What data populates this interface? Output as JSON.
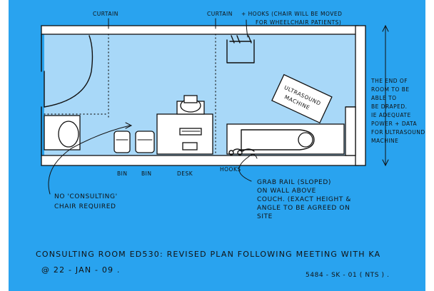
{
  "colors": {
    "background": "#29A3EF",
    "room_fill": "#A8D8F8",
    "ink": "#111111",
    "paper": "#ffffff"
  },
  "labels": {
    "curtain_left": "CURTAIN",
    "curtain_right": "CURTAIN",
    "hooks_note_line1": "+ HOOKS (CHAIR WILL BE MOVED",
    "hooks_note_line2": "FOR WHEELCHAIR PATIENTS)",
    "end_room_note": [
      "THE END OF",
      "ROOM TO BE",
      "ABLE TO",
      "BE DRAPED.",
      "IE ADEQUATE",
      "POWER + DATA",
      "FOR ULTRASOUND",
      "MACHINE"
    ],
    "ultrasound_line1": "ULTRASOUND",
    "ultrasound_line2": "MACHINE",
    "bin1": "BIN",
    "bin2": "BIN",
    "desk": "DESK",
    "hooks_small": "HOOKS",
    "no_chair_line1": "NO 'CONSULTING'",
    "no_chair_line2": "CHAIR REQUIRED",
    "grab_rail": [
      "GRAB RAIL (SLOPED)",
      "ON WALL ABOVE",
      "COUCH. (EXACT HEIGHT &",
      "ANGLE TO BE AGREED ON",
      "SITE"
    ],
    "title_line1": "CONSULTING ROOM  ED530:  REVISED PLAN FOLLOWING MEETING WITH KA",
    "title_line2": "@ 22 - JAN - 09 .",
    "drawing_ref": "5484 - SK - 01  ( NTS ) ."
  }
}
